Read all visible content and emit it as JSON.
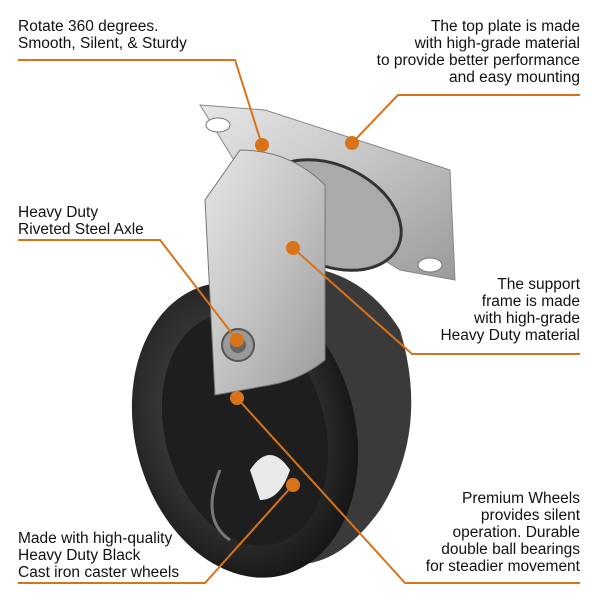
{
  "accent_color": "#d9731a",
  "callouts": {
    "rotate": "Rotate 360 degrees.\nSmooth, Silent, & Sturdy",
    "top_plate": "The top plate is made\nwith high-grade material\nto provide better performance\nand easy mounting",
    "axle": "Heavy Duty\nRiveted Steel Axle",
    "support_frame": "The support\nframe is made\nwith high-grade\nHeavy Duty material",
    "wheels": "Premium Wheels\nprovides silent\noperation. Durable\ndouble ball bearings\nfor steadier movement",
    "cast_iron": "Made with high-quality\nHeavy Duty Black\nCast iron caster wheels"
  }
}
